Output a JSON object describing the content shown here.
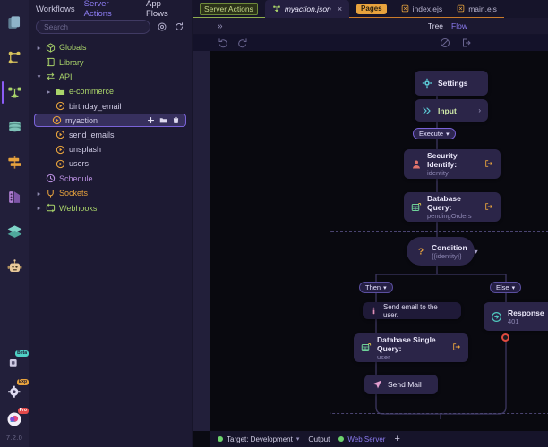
{
  "rail": {
    "items": [
      {
        "name": "documents-icon",
        "title": "Documents"
      },
      {
        "name": "app-flows-icon",
        "title": "App Flows"
      },
      {
        "name": "server-actions-icon",
        "title": "Server Actions"
      },
      {
        "name": "database-icon",
        "title": "Database"
      },
      {
        "name": "routes-icon",
        "title": "Routes"
      },
      {
        "name": "theme-icon",
        "title": "Theme"
      },
      {
        "name": "layers-icon",
        "title": "Layers"
      },
      {
        "name": "ai-robot-icon",
        "title": "AI Assistant"
      }
    ],
    "bottom": [
      {
        "name": "extensions-icon",
        "badge": "Beta"
      },
      {
        "name": "settings-gear-icon",
        "badge": "Exp"
      },
      {
        "name": "account-icon",
        "badge": "Pro"
      }
    ],
    "version": "7.2.0"
  },
  "tree": {
    "header": {
      "workflows": "Workflows",
      "server_actions": "Server Actions",
      "app_flows": "App Flows"
    },
    "search": {
      "value": "",
      "placeholder": "Search"
    },
    "toolbar": {
      "settings": "settings-gear-icon",
      "refresh": "refresh-icon"
    },
    "rows": [
      {
        "label": "Globals",
        "icon": "package-icon",
        "chevron": "collapsed",
        "indent": 0,
        "color": "green"
      },
      {
        "label": "Library",
        "icon": "book-icon",
        "chevron": "none",
        "indent": 0,
        "color": "green"
      },
      {
        "label": "API",
        "icon": "api-icon",
        "chevron": "expanded",
        "indent": 0,
        "color": "green"
      },
      {
        "label": "e-commerce",
        "icon": "folder-icon",
        "chevron": "collapsed",
        "indent": 1,
        "color": "green"
      },
      {
        "label": "birthday_email",
        "icon": "action-icon",
        "chevron": "none",
        "indent": 2,
        "color": "orange"
      },
      {
        "label": "myaction",
        "icon": "action-icon",
        "chevron": "none",
        "indent": 2,
        "color": "orange",
        "selected": true
      },
      {
        "label": "send_emails",
        "icon": "action-icon",
        "chevron": "none",
        "indent": 2,
        "color": "orange"
      },
      {
        "label": "unsplash",
        "icon": "action-icon",
        "chevron": "none",
        "indent": 2,
        "color": "orange"
      },
      {
        "label": "users",
        "icon": "action-icon",
        "chevron": "none",
        "indent": 2,
        "color": "orange"
      },
      {
        "label": "Schedule",
        "icon": "clock-icon",
        "chevron": "none",
        "indent": 1,
        "color": "purple"
      },
      {
        "label": "Sockets",
        "icon": "plug-icon",
        "chevron": "collapsed",
        "indent": 0,
        "color": "orange"
      },
      {
        "label": "Webhooks",
        "icon": "webhook-icon",
        "chevron": "collapsed",
        "indent": 0,
        "color": "green"
      }
    ],
    "row_actions": [
      "add-icon",
      "folder-icon",
      "delete-icon"
    ]
  },
  "tabs": {
    "server_actions": "Server Actions",
    "active_file": "myaction.json",
    "pages_label": "Pages",
    "files": [
      "index.ejs",
      "main.ejs"
    ]
  },
  "subbar": {
    "expand": "chevron-double-right-icon",
    "view_tree": "Tree",
    "view_flow": "Flow"
  },
  "toolbar2": {
    "undo": "undo-icon",
    "redo": "redo-icon",
    "disable": "disable-icon",
    "export": "export-icon"
  },
  "flow": {
    "nodes": [
      {
        "id": "settings",
        "title": "Settings",
        "sub": "",
        "icon": "gear-icon",
        "out": ""
      },
      {
        "id": "input",
        "title": "Input",
        "sub": "",
        "icon": "chevrons-icon",
        "out": "chevron"
      },
      {
        "id": "security",
        "title": "Security Identify:",
        "sub": "identity",
        "icon": "user-icon",
        "out": "arrow"
      },
      {
        "id": "dbquery",
        "title": "Database Query:",
        "sub": "pendingOrders",
        "icon": "table-lock-icon",
        "out": "arrow"
      },
      {
        "id": "condition",
        "title": "Condition",
        "sub": "{{identity}}",
        "icon": "question-icon",
        "out": "chevron"
      },
      {
        "id": "info",
        "title": "Send email to the user.",
        "sub": "",
        "icon": "info-icon",
        "out": ""
      },
      {
        "id": "dbsingle",
        "title": "Database Single Query:",
        "sub": "user",
        "icon": "table-lock-icon",
        "out": "arrow"
      },
      {
        "id": "sendmail",
        "title": "Send Mail",
        "sub": "",
        "icon": "paper-plane-icon",
        "out": ""
      },
      {
        "id": "response",
        "title": "Response",
        "sub": "401",
        "icon": "response-icon",
        "out": ""
      }
    ],
    "pills": [
      {
        "id": "execute",
        "label": "Execute"
      },
      {
        "id": "then",
        "label": "Then"
      },
      {
        "id": "else",
        "label": "Else"
      }
    ]
  },
  "status": {
    "target_label": "Target: Development",
    "output_label": "Output",
    "webserver_label": "Web Server",
    "add_label": "+",
    "colors": {
      "target_dot": "#6dd36d",
      "webserver_dot": "#6dd36d"
    }
  }
}
